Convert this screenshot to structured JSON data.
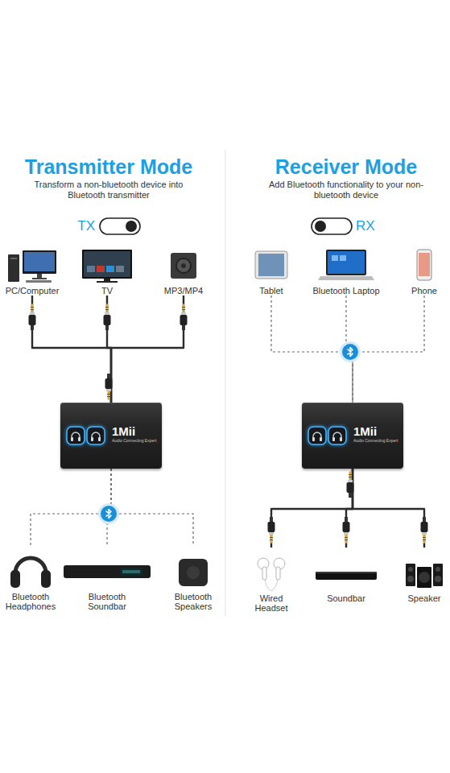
{
  "diagram": {
    "nodes": [
      {
        "text": [
          "PC/Computer"
        ]
      },
      {
        "text": [
          "TV"
        ]
      },
      {
        "text": [
          "MP3/MP4"
        ]
      },
      {
        "text": [
          "1Mii",
          "Audio Connecting Expert"
        ]
      },
      {
        "text": [
          "Bluetooth Headphones"
        ]
      },
      {
        "text": [
          "Bluetooth Soundbar"
        ]
      },
      {
        "text": [
          "Bluetooth Speakers"
        ]
      },
      {
        "text": [
          "Tablet"
        ]
      },
      {
        "text": [
          "Bluetooth Laptop"
        ]
      },
      {
        "text": [
          "Phone"
        ]
      },
      {
        "text": [
          "1Mii",
          "Audio Connecting Expert"
        ]
      },
      {
        "text": [
          "Wired Headset"
        ]
      },
      {
        "text": [
          "Soundbar"
        ]
      },
      {
        "text": [
          "Speaker"
        ]
      }
    ],
    "edges": [
      {
        "from": 0,
        "to": 3,
        "arrow": "none"
      },
      {
        "from": 1,
        "to": 3,
        "arrow": "none"
      },
      {
        "from": 2,
        "to": 3,
        "arrow": "none"
      },
      {
        "from": 3,
        "to": 4,
        "arrow": "none"
      },
      {
        "from": 3,
        "to": 5,
        "arrow": "none"
      },
      {
        "from": 3,
        "to": 6,
        "arrow": "none"
      },
      {
        "from": 7,
        "to": 10,
        "arrow": "none"
      },
      {
        "from": 8,
        "to": 10,
        "arrow": "none"
      },
      {
        "from": 9,
        "to": 10,
        "arrow": "none"
      },
      {
        "from": 10,
        "to": 11,
        "arrow": "none"
      },
      {
        "from": 10,
        "to": 12,
        "arrow": "none"
      },
      {
        "from": 10,
        "to": 13,
        "arrow": "none"
      }
    ],
    "labels": [
      "Transmitter Mode",
      "Transform a non-bluetooth device into Bluetooth transmitter",
      "TX",
      "Receiver Mode",
      "Add Bluetooth functionality to your non-bluetooth device",
      "RX"
    ]
  }
}
